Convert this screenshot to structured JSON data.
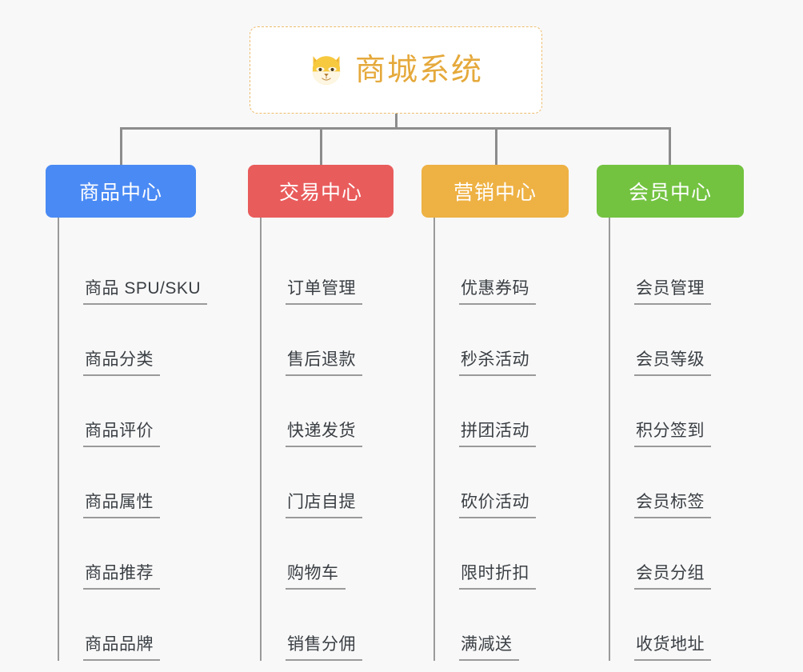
{
  "page": {
    "background_color": "#f8f8f8",
    "title": "商城系统"
  },
  "root": {
    "label": "商城系统",
    "icon": "shiba-dog-face-icon",
    "text_color": "#e5a93b",
    "border_color": "#edbd6e",
    "background_color": "#ffffff"
  },
  "connector": {
    "color": "#8c8c8c"
  },
  "columns": [
    {
      "id": "product-center",
      "label": "商品中心",
      "color": "#4a8af4",
      "items": [
        {
          "label": "商品 SPU/SKU"
        },
        {
          "label": "商品分类"
        },
        {
          "label": "商品评价"
        },
        {
          "label": "商品属性"
        },
        {
          "label": "商品推荐"
        },
        {
          "label": "商品品牌"
        }
      ]
    },
    {
      "id": "trade-center",
      "label": "交易中心",
      "color": "#e95c5c",
      "items": [
        {
          "label": "订单管理"
        },
        {
          "label": "售后退款"
        },
        {
          "label": "快递发货"
        },
        {
          "label": "门店自提"
        },
        {
          "label": "购物车"
        },
        {
          "label": "销售分佣"
        }
      ]
    },
    {
      "id": "marketing-center",
      "label": "营销中心",
      "color": "#eeb143",
      "items": [
        {
          "label": "优惠券码"
        },
        {
          "label": "秒杀活动"
        },
        {
          "label": "拼团活动"
        },
        {
          "label": "砍价活动"
        },
        {
          "label": "限时折扣"
        },
        {
          "label": "满减送"
        }
      ]
    },
    {
      "id": "member-center",
      "label": "会员中心",
      "color": "#73c341",
      "items": [
        {
          "label": "会员管理"
        },
        {
          "label": "会员等级"
        },
        {
          "label": "积分签到"
        },
        {
          "label": "会员标签"
        },
        {
          "label": "会员分组"
        },
        {
          "label": "收货地址"
        }
      ]
    }
  ]
}
